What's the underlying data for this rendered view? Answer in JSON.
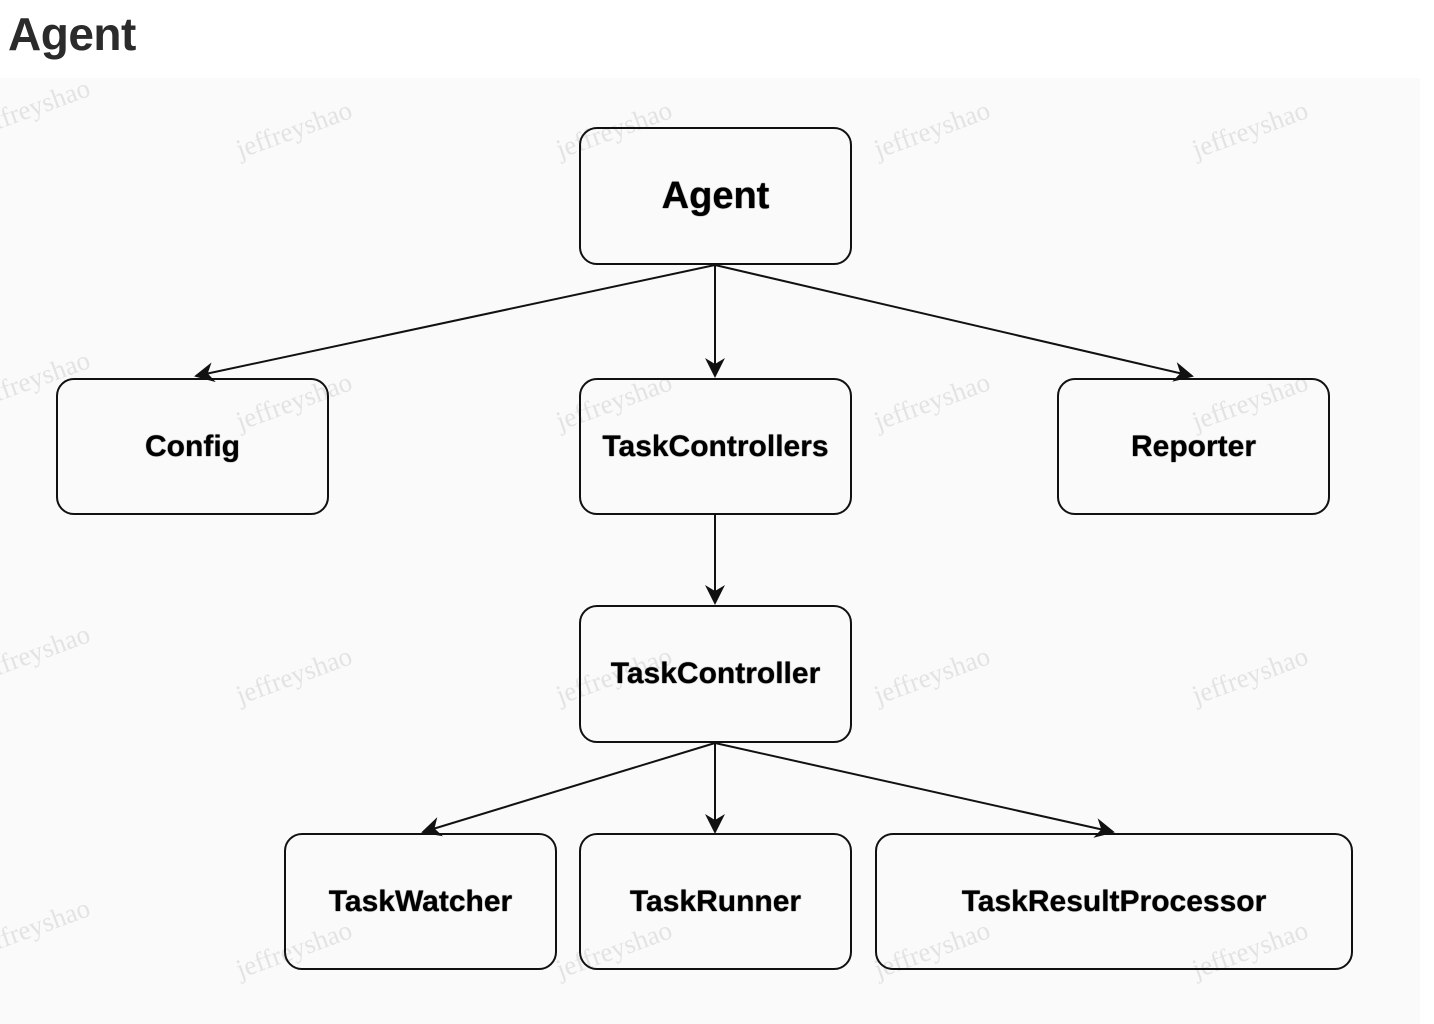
{
  "heading": "Agent",
  "watermark_text": "jeffreyshao",
  "nodes": {
    "agent": "Agent",
    "config": "Config",
    "task_controllers": "TaskControllers",
    "reporter": "Reporter",
    "task_controller": "TaskController",
    "task_watcher": "TaskWatcher",
    "task_runner": "TaskRunner",
    "task_result_processor": "TaskResultProcessor"
  },
  "edges": [
    {
      "from": "agent",
      "to": "config"
    },
    {
      "from": "agent",
      "to": "task_controllers"
    },
    {
      "from": "agent",
      "to": "reporter"
    },
    {
      "from": "task_controllers",
      "to": "task_controller"
    },
    {
      "from": "task_controller",
      "to": "task_watcher"
    },
    {
      "from": "task_controller",
      "to": "task_runner"
    },
    {
      "from": "task_controller",
      "to": "task_result_processor"
    }
  ]
}
